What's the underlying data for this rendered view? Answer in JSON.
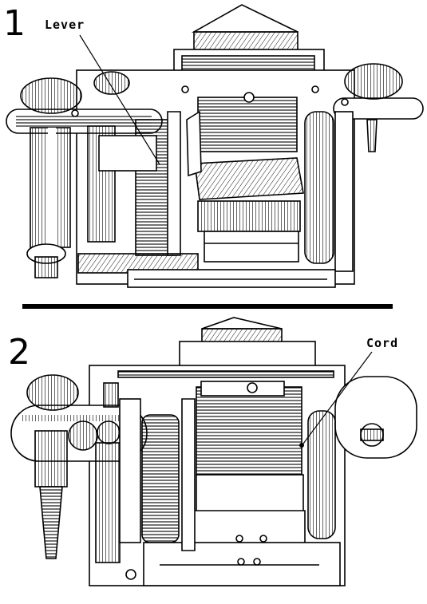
{
  "figure_1": {
    "number": "1",
    "callout": "Lever"
  },
  "figure_2": {
    "number": "2",
    "callout": "Cord"
  },
  "colors": {
    "ink": "#000000",
    "paper": "#ffffff",
    "shade": "#cfcfcf",
    "dark": "#3a3a3a"
  },
  "icons": [
    "camera-mechanism-top-view",
    "camera-mechanism-open-view"
  ]
}
